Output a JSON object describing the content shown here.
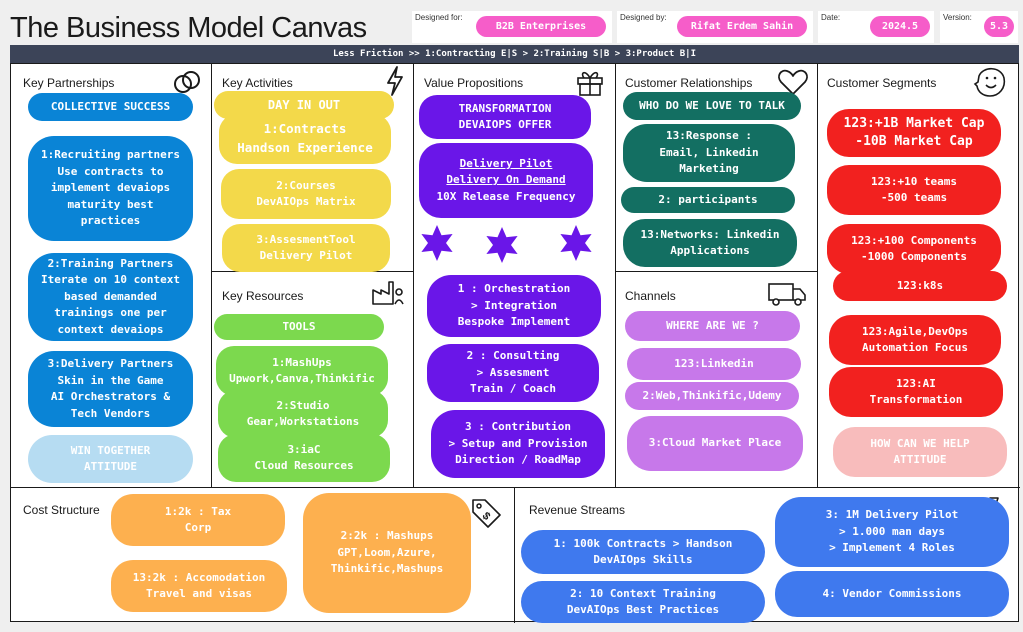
{
  "title": "The Business Model Canvas",
  "meta": {
    "designed_for_label": "Designed for:",
    "designed_for": "B2B Enterprises",
    "designed_by_label": "Designed by:",
    "designed_by": "Rifat Erdem Sahin",
    "date_label": "Date:",
    "date": "2024.5",
    "version_label": "Version:",
    "version": "5.3"
  },
  "banner": "Less Friction >> 1:Contracting E|S > 2:Training S|B > 3:Product B|I",
  "sections": {
    "key_partnerships": "Key Partnerships",
    "key_activities": "Key Activities",
    "key_resources": "Key Resources",
    "value_propositions": "Value Propositions",
    "customer_relationships": "Customer Relationships",
    "channels": "Channels",
    "customer_segments": "Customer Segments",
    "cost_structure": "Cost Structure",
    "revenue_streams": "Revenue Streams"
  },
  "kp": [
    "COLLECTIVE SUCCESS",
    "1:Recruiting partners\nUse contracts to\nimplement devaiops\nmaturity best\npractices",
    "2:Training Partners\nIterate on 10 context\nbased demanded\ntrainings one per\ncontext devaiops",
    "3:Delivery Partners\nSkin in the Game\nAI Orchestrators &\nTech Vendors",
    "WIN TOGETHER\nATTITUDE"
  ],
  "ka": [
    "DAY IN OUT",
    "1:Contracts\nHandson Experience",
    "2:Courses\nDevAIOps Matrix",
    "3:AssesmentTool\nDelivery Pilot"
  ],
  "kr": [
    "TOOLS",
    "1:MashUps\nUpwork,Canva,Thinkific",
    "2:Studio\nGear,Workstations",
    "3:iaC\nCloud Resources"
  ],
  "vp": {
    "header": "TRANSFORMATION\nDEVAIOPS OFFER",
    "pilot_line1": "Delivery Pilot",
    "pilot_line2": "Delivery On Demand",
    "pilot_line3": "10X Release Frequency",
    "items": [
      "1 : Orchestration\n> Integration\nBespoke Implement",
      "2 : Consulting\n> Assesment\nTrain / Coach",
      "3 : Contribution\n> Setup and Provision\nDirection / RoadMap"
    ]
  },
  "cr": [
    "WHO DO WE LOVE TO TALK",
    "13:Response :\nEmail, Linkedin\nMarketing",
    "2: participants",
    "13:Networks: Linkedin\nApplications"
  ],
  "ch": [
    "WHERE ARE WE ?",
    "123:Linkedin",
    "2:Web,Thinkific,Udemy",
    "3:Cloud Market Place"
  ],
  "cs": [
    "123:+1B  Market Cap\n-10B Market Cap",
    "123:+10 teams\n-500 teams",
    "123:+100 Components\n-1000 Components",
    "123:k8s",
    "123:Agile,DevOps\nAutomation Focus",
    "123:AI\nTransformation",
    "HOW CAN WE HELP\nATTITUDE"
  ],
  "cost": [
    "1:2k : Tax\nCorp",
    "13:2k : Accomodation\nTravel and visas",
    "2:2k : Mashups\nGPT,Loom,Azure,\nThinkific,Mashups"
  ],
  "rev": [
    "1: 100k Contracts > Handson\nDevAIOps Skills",
    "2: 10 Context Training\nDevAIOps Best Practices",
    "3: 1M Delivery Pilot\n> 1.000 man days\n> Implement 4 Roles",
    "4: Vendor Commissions"
  ]
}
